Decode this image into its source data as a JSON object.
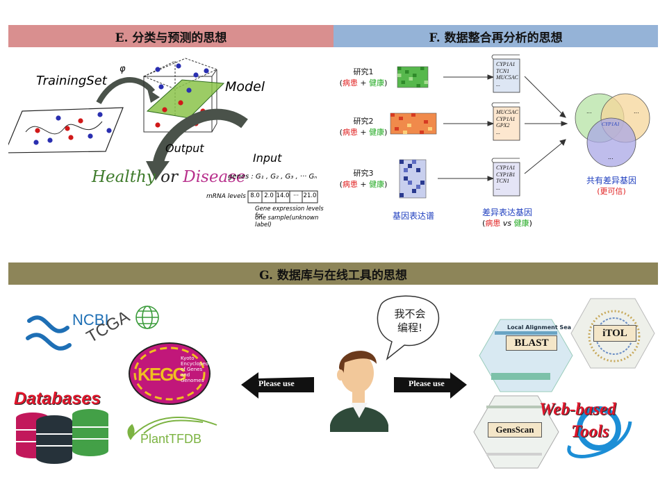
{
  "sections": {
    "e_title": "E. 分类与预测的思想",
    "f_title": "F. 数据整合再分析的思想",
    "g_title": "G. 数据库与在线工具的思想"
  },
  "panel_e": {
    "training_set": "TrainingSet",
    "phi": "φ",
    "model": "Model",
    "output": "Output",
    "input": "Input",
    "healthy": "Healthy",
    "or": "or",
    "disease": "Disease",
    "genes_line": "genes : G₁ , G₂ , G₃ , ··· Gₙ",
    "mrna_label": "mRNA levels",
    "mrna_values": [
      "8.0",
      "2.0",
      "14.0",
      "···",
      "21.0"
    ],
    "expr_note_1": "Gene  expression  levels  for",
    "expr_note_2": "one  sample(unknown label)"
  },
  "panel_f": {
    "studies": [
      {
        "name": "研究1",
        "disease": "病患",
        "plus": "+",
        "healthy": "健康",
        "genes": [
          "CYP1A1",
          "TCN1",
          "MUC5AC",
          "..."
        ]
      },
      {
        "name": "研究2",
        "disease": "病患",
        "plus": "+",
        "healthy": "健康",
        "genes": [
          "MUC5AC",
          "CYP1A1",
          "GPX2",
          "..."
        ]
      },
      {
        "name": "研究3",
        "disease": "病患",
        "plus": "+",
        "healthy": "健康",
        "genes": [
          "CYP1A1",
          "CYP1B1",
          "TCN1",
          "..."
        ]
      }
    ],
    "profile_caption": "基因表达谱",
    "deg_caption": "差异表达基因",
    "deg_sub_disease": "病患",
    "deg_sub_vs": "vs",
    "deg_sub_healthy": "健康",
    "venn_dots": "...",
    "venn_center": "CYP1A1",
    "common_caption": "共有差异基因",
    "common_sub": "(更可信)"
  },
  "panel_g": {
    "ncbi": "NCBI",
    "tcga": "TCGA",
    "kegg_mark": "KEGG",
    "kegg_text": "Kyoto Encyclopedia of Genes and Genomes",
    "databases": "Databases",
    "planttfdb": "PlantTFDB",
    "please_use_left": "Please use",
    "please_use_right": "Please use",
    "speech": "我不会\n编程!",
    "blast": "BLAST",
    "blast_header": "Local Alignment Sea",
    "itol": "iTOL",
    "genscan": "GensScan",
    "web_based": "Web-based",
    "tools": "Tools"
  },
  "colors": {
    "e_banner": "#d98f8f",
    "f_banner": "#95b3d7",
    "g_banner": "#8d8559",
    "disease_red": "#e02020",
    "healthy_green": "#1fa81f",
    "venn_green": "#b6e3a4",
    "venn_yellow": "#f6d59a",
    "venn_purple": "#a9a7e6"
  }
}
